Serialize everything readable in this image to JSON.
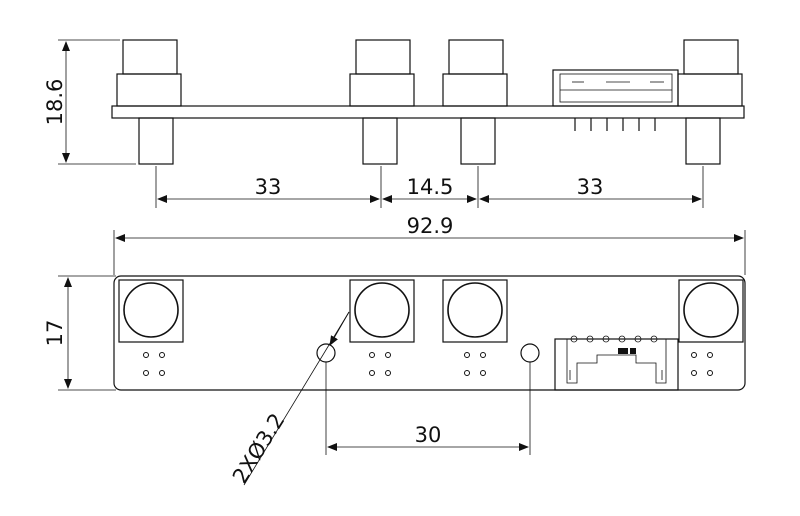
{
  "drawing": {
    "side_view": {
      "height_label": "18.6",
      "spacing_left": "33",
      "spacing_middle": "14.5",
      "spacing_right": "33"
    },
    "top_view": {
      "overall_length": "92.9",
      "height_label": "17",
      "hole_spacing": "30",
      "hole_callout": "2XØ3.2"
    }
  }
}
